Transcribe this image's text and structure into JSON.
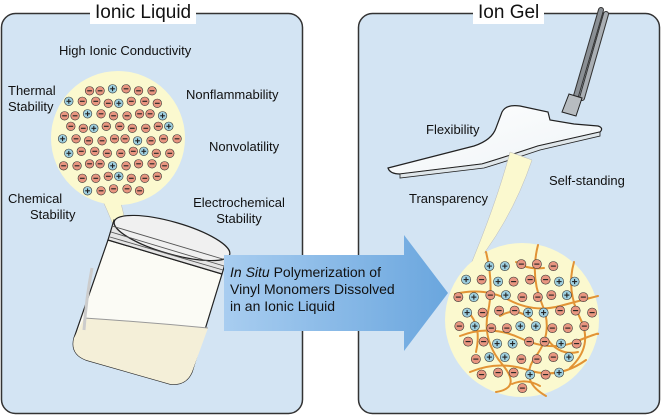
{
  "left_panel": {
    "title": "Ionic Liquid",
    "properties": {
      "conductivity": "High Ionic Conductivity",
      "thermal_line1": "Thermal",
      "thermal_line2": "Stability",
      "nonflammability": "Nonflammability",
      "nonvolatility": "Nonvolatility",
      "chemical_line1": "Chemical",
      "chemical_line2": "Stability",
      "electrochemical_line1": "Electrochemical",
      "electrochemical_line2": "Stability"
    }
  },
  "right_panel": {
    "title": "Ion Gel",
    "properties": {
      "flexibility": "Flexibility",
      "self_standing": "Self-standing",
      "transparency": "Transparency"
    }
  },
  "process_arrow": {
    "line1_italic": "In Situ",
    "line1_rest": " Polymerization of",
    "line2": "Vinyl Monomers Dissolved",
    "line3": "in an Ionic Liquid"
  },
  "colors": {
    "panel_fill": "#d3e4f3",
    "panel_stroke": "#333333",
    "circle_fill": "#fbf9cf",
    "anion": "#e89680",
    "cation": "#9fd0e0",
    "polymer": "#e29335",
    "arrow": "#82b6e5"
  },
  "icons": {
    "cation": "plus-ion",
    "anion": "minus-ion"
  }
}
